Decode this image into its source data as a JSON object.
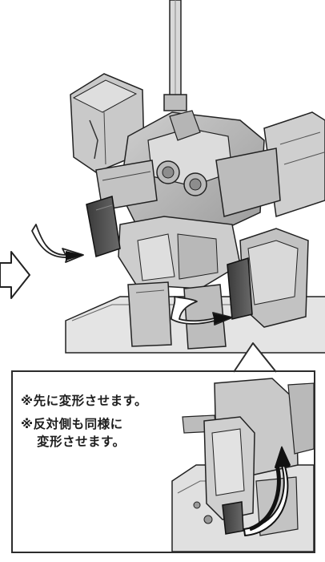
{
  "notes": {
    "line1": "※先に変形させます。",
    "line2": "※反対側も同様に",
    "line3": "変形させます。"
  },
  "icons": {
    "step_arrow": "hollow-right-arrow-icon",
    "rotate_arrow_top": "curved-rotate-arrow-icon",
    "rotate_arrow_bottom": "curved-rotate-arrow-icon",
    "rotate_arrow_callout": "curved-rotate-arrow-icon"
  }
}
